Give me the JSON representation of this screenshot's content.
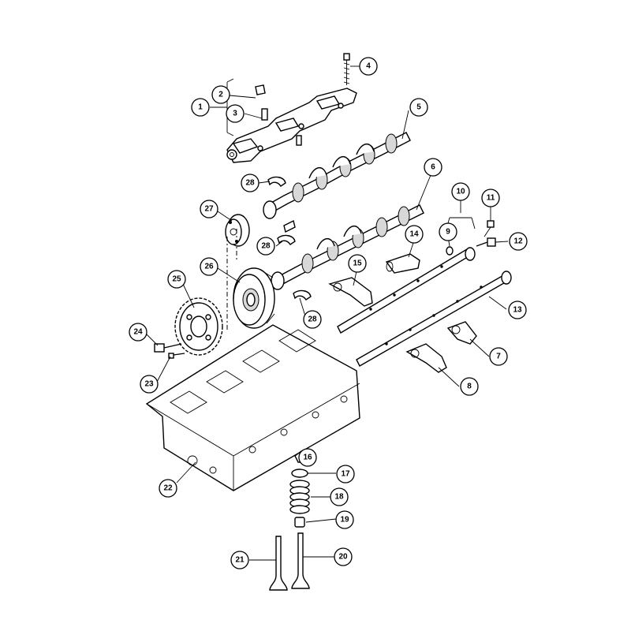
{
  "callouts": [
    {
      "id": "c1",
      "label": "1"
    },
    {
      "id": "c2",
      "label": "2"
    },
    {
      "id": "c3",
      "label": "3"
    },
    {
      "id": "c4",
      "label": "4"
    },
    {
      "id": "c5",
      "label": "5"
    },
    {
      "id": "c6",
      "label": "6"
    },
    {
      "id": "c7",
      "label": "7"
    },
    {
      "id": "c8",
      "label": "8"
    },
    {
      "id": "c9",
      "label": "9"
    },
    {
      "id": "c10",
      "label": "10"
    },
    {
      "id": "c11",
      "label": "11"
    },
    {
      "id": "c12",
      "label": "12"
    },
    {
      "id": "c13",
      "label": "13"
    },
    {
      "id": "c14",
      "label": "14"
    },
    {
      "id": "c15",
      "label": "15"
    },
    {
      "id": "c16",
      "label": "16"
    },
    {
      "id": "c17",
      "label": "17"
    },
    {
      "id": "c18",
      "label": "18"
    },
    {
      "id": "c19",
      "label": "19"
    },
    {
      "id": "c20",
      "label": "20"
    },
    {
      "id": "c21",
      "label": "21"
    },
    {
      "id": "c22",
      "label": "22"
    },
    {
      "id": "c23",
      "label": "23"
    },
    {
      "id": "c24",
      "label": "24"
    },
    {
      "id": "c25",
      "label": "25"
    },
    {
      "id": "c26",
      "label": "26"
    },
    {
      "id": "c27",
      "label": "27"
    },
    {
      "id": "c28a",
      "label": "28"
    },
    {
      "id": "c28b",
      "label": "28"
    },
    {
      "id": "c28c",
      "label": "28"
    }
  ]
}
